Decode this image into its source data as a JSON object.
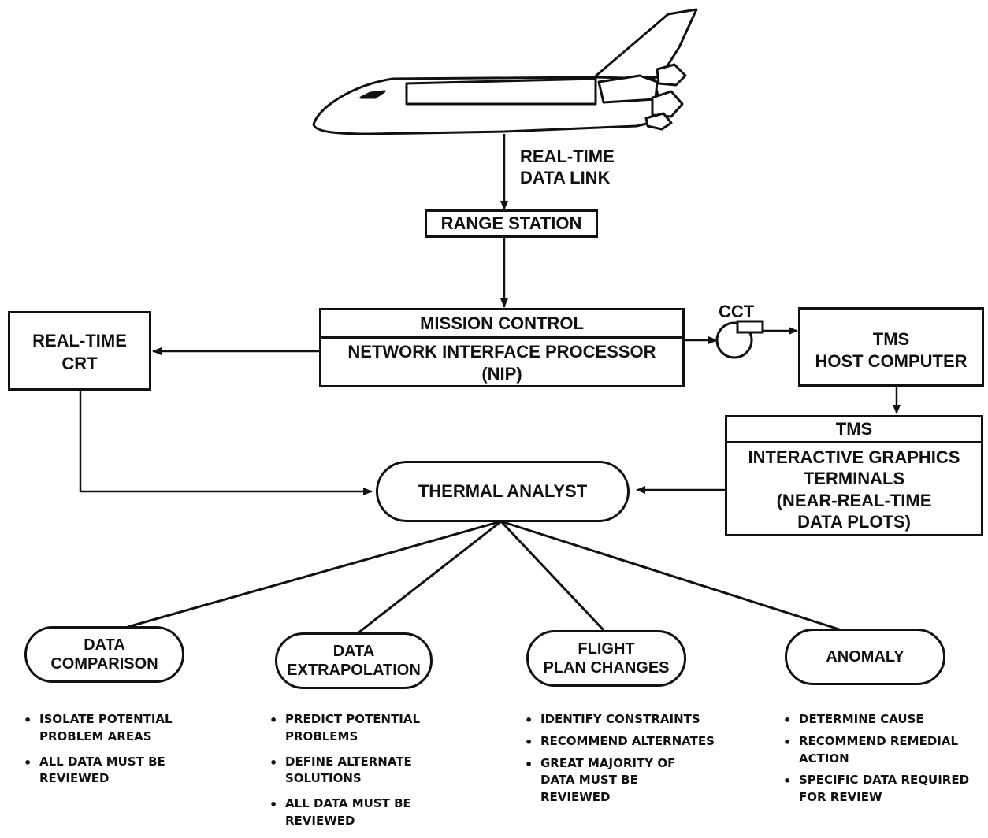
{
  "data_link_label": [
    "REAL-TIME",
    "DATA LINK"
  ],
  "range_station": "RANGE STATION",
  "mission_control": {
    "title": "MISSION CONTROL",
    "sub": [
      "NETWORK INTERFACE PROCESSOR",
      "(NIP)"
    ]
  },
  "realtime_crt": [
    "REAL-TIME",
    "CRT"
  ],
  "cct_label": "CCT",
  "tms_host": [
    "TMS",
    "HOST COMPUTER"
  ],
  "tms_terminals": {
    "title": "TMS",
    "lines": [
      "INTERACTIVE GRAPHICS",
      "TERMINALS",
      "(NEAR-REAL-TIME",
      "DATA PLOTS)"
    ]
  },
  "thermal_analyst": "THERMAL ANALYST",
  "tasks": [
    {
      "title": [
        "DATA",
        "COMPARISON"
      ],
      "bullets": [
        "ISOLATE POTENTIAL PROBLEM AREAS",
        "ALL DATA MUST BE REVIEWED"
      ]
    },
    {
      "title": [
        "DATA",
        "EXTRAPOLATION"
      ],
      "bullets": [
        "PREDICT POTENTIAL PROBLEMS",
        "DEFINE ALTERNATE SOLUTIONS",
        "ALL DATA MUST BE REVIEWED"
      ]
    },
    {
      "title": [
        "FLIGHT",
        "PLAN CHANGES"
      ],
      "bullets": [
        "IDENTIFY CONSTRAINTS",
        "RECOMMEND ALTERNATES",
        "GREAT MAJORITY OF DATA MUST BE REVIEWED"
      ]
    },
    {
      "title": [
        "ANOMALY"
      ],
      "bullets": [
        "DETERMINE CAUSE",
        "RECOMMEND REMEDIAL ACTION",
        "SPECIFIC DATA REQUIRED FOR REVIEW"
      ]
    }
  ],
  "icons": {
    "vehicle": "space-shuttle-icon",
    "tape": "tape-reel-icon"
  }
}
